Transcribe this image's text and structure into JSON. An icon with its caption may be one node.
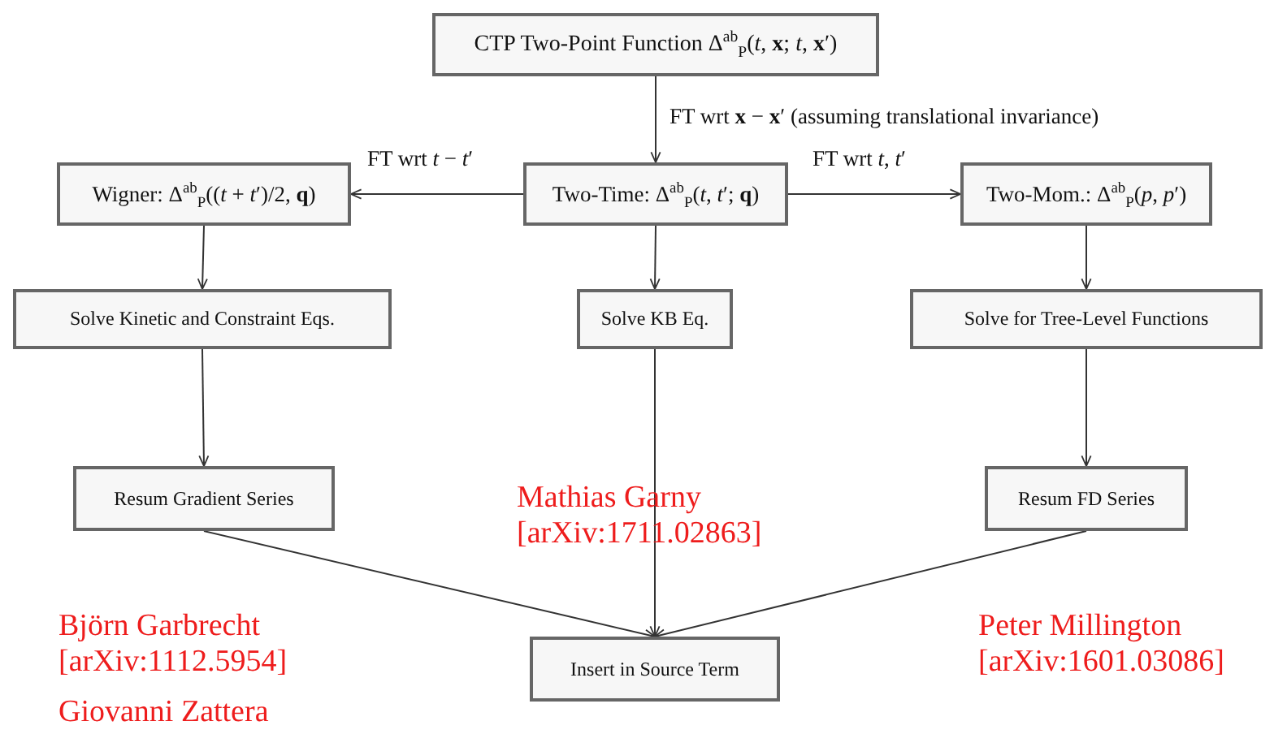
{
  "diagram": {
    "nodes": [
      {
        "text": [
          "CTP Two-Point Function Δ$^{ab}$$_{P}$(*t*, **x**; *t*, **x**′)"
        ]
      },
      {
        "text": [
          "Wigner: Δ$^{ab}$$_{P}$((*t* + *t*′)/2, **q**)"
        ]
      },
      {
        "text": [
          "Two-Time: Δ$^{ab}$$_{P}$(*t*, *t*′; **q**)"
        ]
      },
      {
        "text": [
          "Two-Mom.: Δ$^{ab}$$_{P}$(*p*, *p*′)"
        ]
      },
      {
        "text": [
          "Solve Kinetic and Constraint Eqs."
        ]
      },
      {
        "text": [
          "Solve KB Eq."
        ]
      },
      {
        "text": [
          "Solve for Tree-Level Functions"
        ]
      },
      {
        "text": [
          "Resum Gradient Series"
        ]
      },
      {
        "text": [
          "Resum FD Series"
        ]
      },
      {
        "text": [
          "Insert in Source Term"
        ]
      }
    ],
    "edges": [
      {
        "from": 0,
        "to": 2,
        "arrow": "to",
        "label": "FT wrt **x** − **x**′ (assuming translational invariance)"
      },
      {
        "from": 2,
        "to": 1,
        "arrow": "to",
        "label": "FT wrt *t* − *t*′"
      },
      {
        "from": 2,
        "to": 3,
        "arrow": "to",
        "label": "FT wrt *t*, *t*′"
      },
      {
        "from": 1,
        "to": 4,
        "arrow": "to"
      },
      {
        "from": 2,
        "to": 5,
        "arrow": "to"
      },
      {
        "from": 3,
        "to": 6,
        "arrow": "to"
      },
      {
        "from": 4,
        "to": 7,
        "arrow": "to"
      },
      {
        "from": 6,
        "to": 8,
        "arrow": "to"
      },
      {
        "from": 7,
        "to": 9,
        "arrow": "to"
      },
      {
        "from": 5,
        "to": 9,
        "arrow": "to"
      },
      {
        "from": 8,
        "to": 9,
        "arrow": "to"
      }
    ],
    "labels": [
      "Mathias Garny [arXiv:1711.02863]",
      "Björn Garbrecht [arXiv:1112.5954]",
      "Peter Millington [arXiv:1601.03086]",
      "Giovanni Zattera"
    ]
  }
}
